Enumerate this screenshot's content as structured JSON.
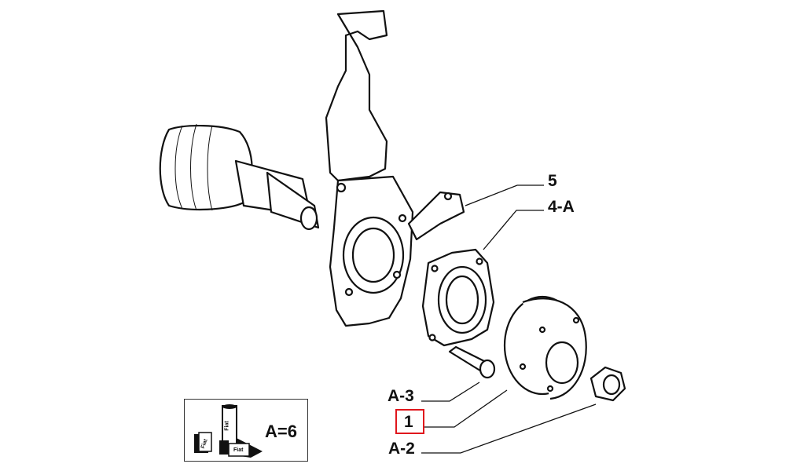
{
  "callouts": {
    "part_5": "5",
    "part_4a": "4-A",
    "part_a3": "A-3",
    "part_1": "1",
    "part_a2": "A-2"
  },
  "highlight": {
    "target": "1",
    "color": "#e0161c"
  },
  "legend": {
    "value": "A=6",
    "brand_text": "Fiat"
  }
}
